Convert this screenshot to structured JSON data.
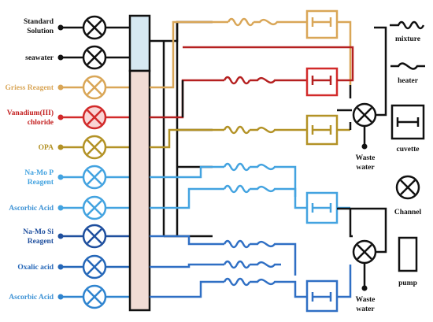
{
  "colors": {
    "black": "#111111",
    "dark_red": "#b52020",
    "red": "#d22a2a",
    "tan": "#d9a657",
    "olive": "#b39226",
    "blue_light": "#43a3e0",
    "blue_mid": "#2f84cf",
    "blue_dark": "#1f4f9e",
    "pump_top": "#d6e8f2",
    "pump_body": "#f1dcd5"
  },
  "channels": [
    {
      "line1": "Standard",
      "line2": "Solution",
      "color": "#111111"
    },
    {
      "line1": "seawater",
      "line2": "",
      "color": "#111111"
    },
    {
      "line1": "Griess Reagent",
      "line2": "",
      "color": "#d9a657"
    },
    {
      "line1": "Vanadium(III)",
      "line2": "chloride",
      "color": "#c42222"
    },
    {
      "line1": "OPA",
      "line2": "",
      "color": "#b39226"
    },
    {
      "line1": "Na-Mo P",
      "line2": "Reagent",
      "color": "#43a3e0"
    },
    {
      "line1": "Ascorbic Acid",
      "line2": "",
      "color": "#3d92d5"
    },
    {
      "line1": "Na-Mo Si",
      "line2": "Reagent",
      "color": "#1f4f9e"
    },
    {
      "line1": "Oxalic acid",
      "line2": "",
      "color": "#2567b8"
    },
    {
      "line1": "Ascorbic Acid",
      "line2": "",
      "color": "#3d92d5"
    }
  ],
  "waste": [
    {
      "line1": "Waste",
      "line2": "water"
    },
    {
      "line1": "Waste",
      "line2": "water"
    }
  ],
  "legend": {
    "mixture": "mixture",
    "heater": "heater",
    "cuvette": "cuvette",
    "channel": "Channel",
    "pump": "pump"
  }
}
